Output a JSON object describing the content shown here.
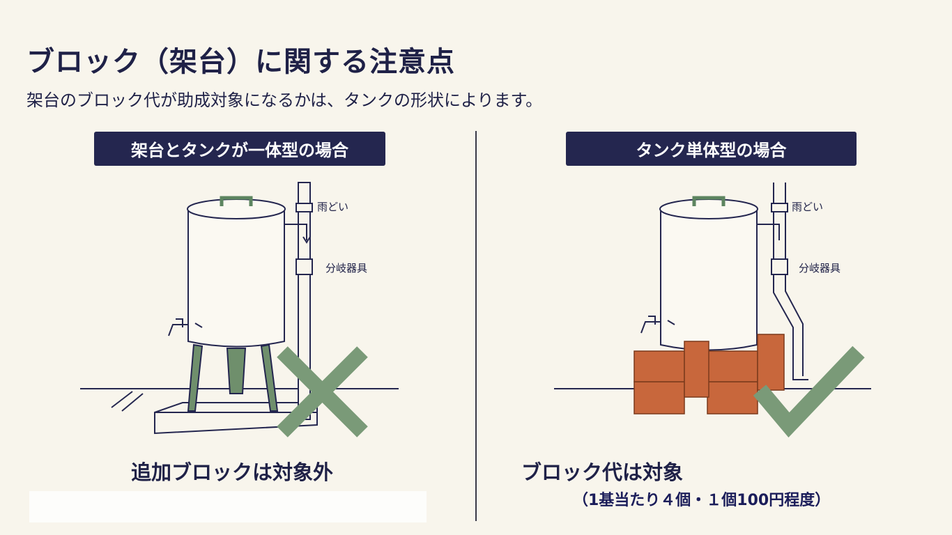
{
  "title": "ブロック（架台）に関する注意点",
  "subtitle": "架台のブロック代が助成対象になるかは、タンクの形状によります。",
  "left": {
    "label": "架台とタンクが一体型の場合",
    "gutter_label": "雨どい",
    "diverter_label": "分岐器具",
    "result": "追加ブロックは対象外",
    "mark": "cross-icon"
  },
  "right": {
    "label": "タンク単体型の場合",
    "gutter_label": "雨どい",
    "diverter_label": "分岐器具",
    "result": "ブロック代は対象",
    "note": "（1基当たり４個・１個100円程度）",
    "mark": "check-icon"
  },
  "colors": {
    "navy": "#24264f",
    "green": "#7a9a78",
    "brick": "#c8673c",
    "background": "#f8f5ec"
  }
}
